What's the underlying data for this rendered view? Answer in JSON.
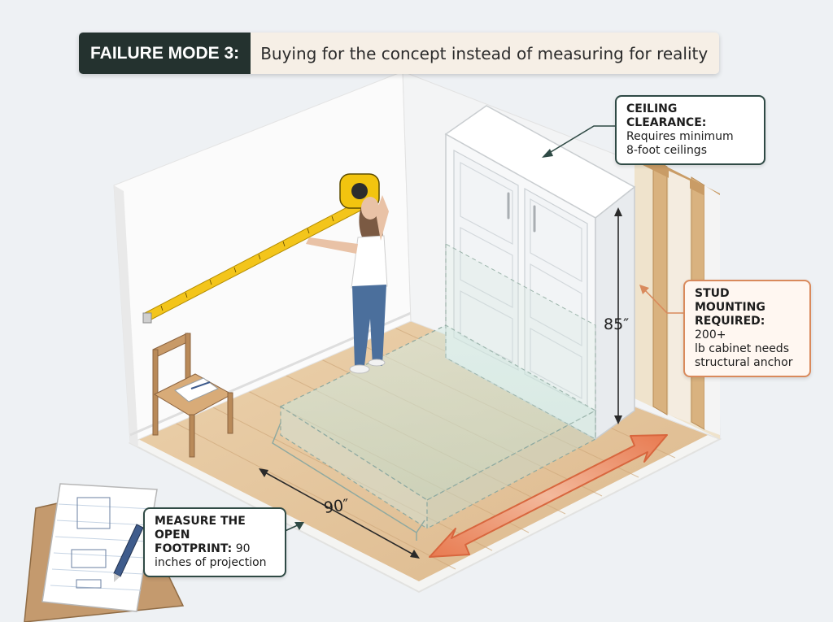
{
  "title": {
    "tag": "FAILURE MODE 3:",
    "text": "Buying for the concept instead of measuring for reality"
  },
  "callouts": {
    "ceiling": {
      "heading": "CEILING CLEARANCE:",
      "body_line1": "Requires minimum",
      "body_line2": "8-foot ceilings"
    },
    "stud": {
      "heading_line1": "STUD MOUNTING",
      "heading_line2": "REQUIRED:",
      "body_after_heading": " 200+",
      "body_line2": "lb cabinet needs",
      "body_line3": "structural anchor"
    },
    "footprint": {
      "heading_line1": "MEASURE THE OPEN",
      "heading_line2": "FOOTPRINT:",
      "body_after_heading": " 90",
      "body_line2": "inches of projection"
    }
  },
  "dimensions": {
    "height": "85″",
    "depth": "90″"
  },
  "colors": {
    "title_tag_bg": "#24322f",
    "title_text_bg": "#f6efe6",
    "callout_border": "#2f4a45",
    "stud_callout_border": "#d98a5c",
    "arrow_orange": "#e58a63",
    "tape_yellow": "#f3c51b",
    "floor_wood": "#e3c39a"
  }
}
